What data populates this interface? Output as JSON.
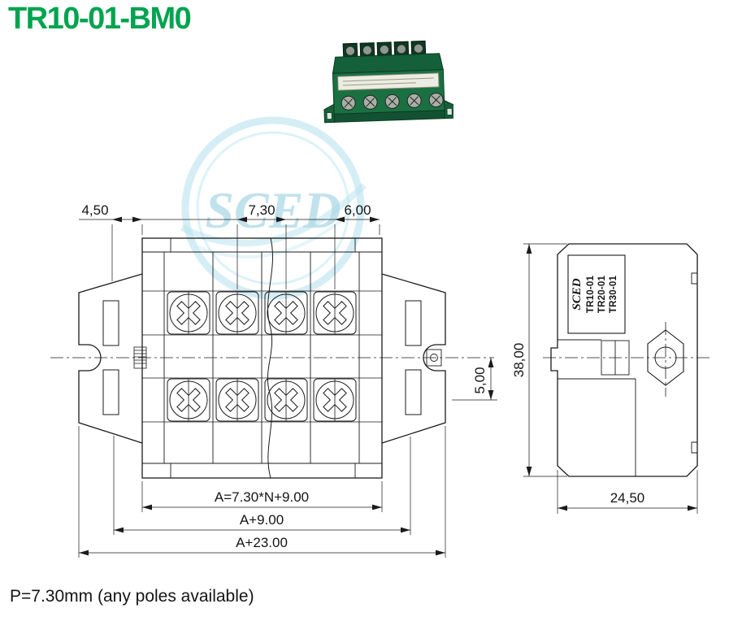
{
  "page": {
    "title": "TR10-01-BM0",
    "footer_note": "P=7.30mm (any poles available)"
  },
  "watermark": {
    "text": "SCED"
  },
  "front_view": {
    "dims": {
      "top_left": "4,50",
      "pitch": "7,30",
      "top_right": "6,00",
      "row_offset": "5,00",
      "width_formula": "A=7.30*N+9.00",
      "width_plus9": "A+9.00",
      "width_plus23": "A+23.00"
    }
  },
  "side_view": {
    "label_box": {
      "brand": "SCED",
      "models": [
        "TR10-01",
        "TR20-01",
        "TR30-01"
      ]
    },
    "dims": {
      "height": "38,00",
      "width": "24,50"
    }
  },
  "colors": {
    "title_green": "#00A44F",
    "line_black": "#1b1b1b",
    "watermark_blue": "#b9e3ef"
  }
}
